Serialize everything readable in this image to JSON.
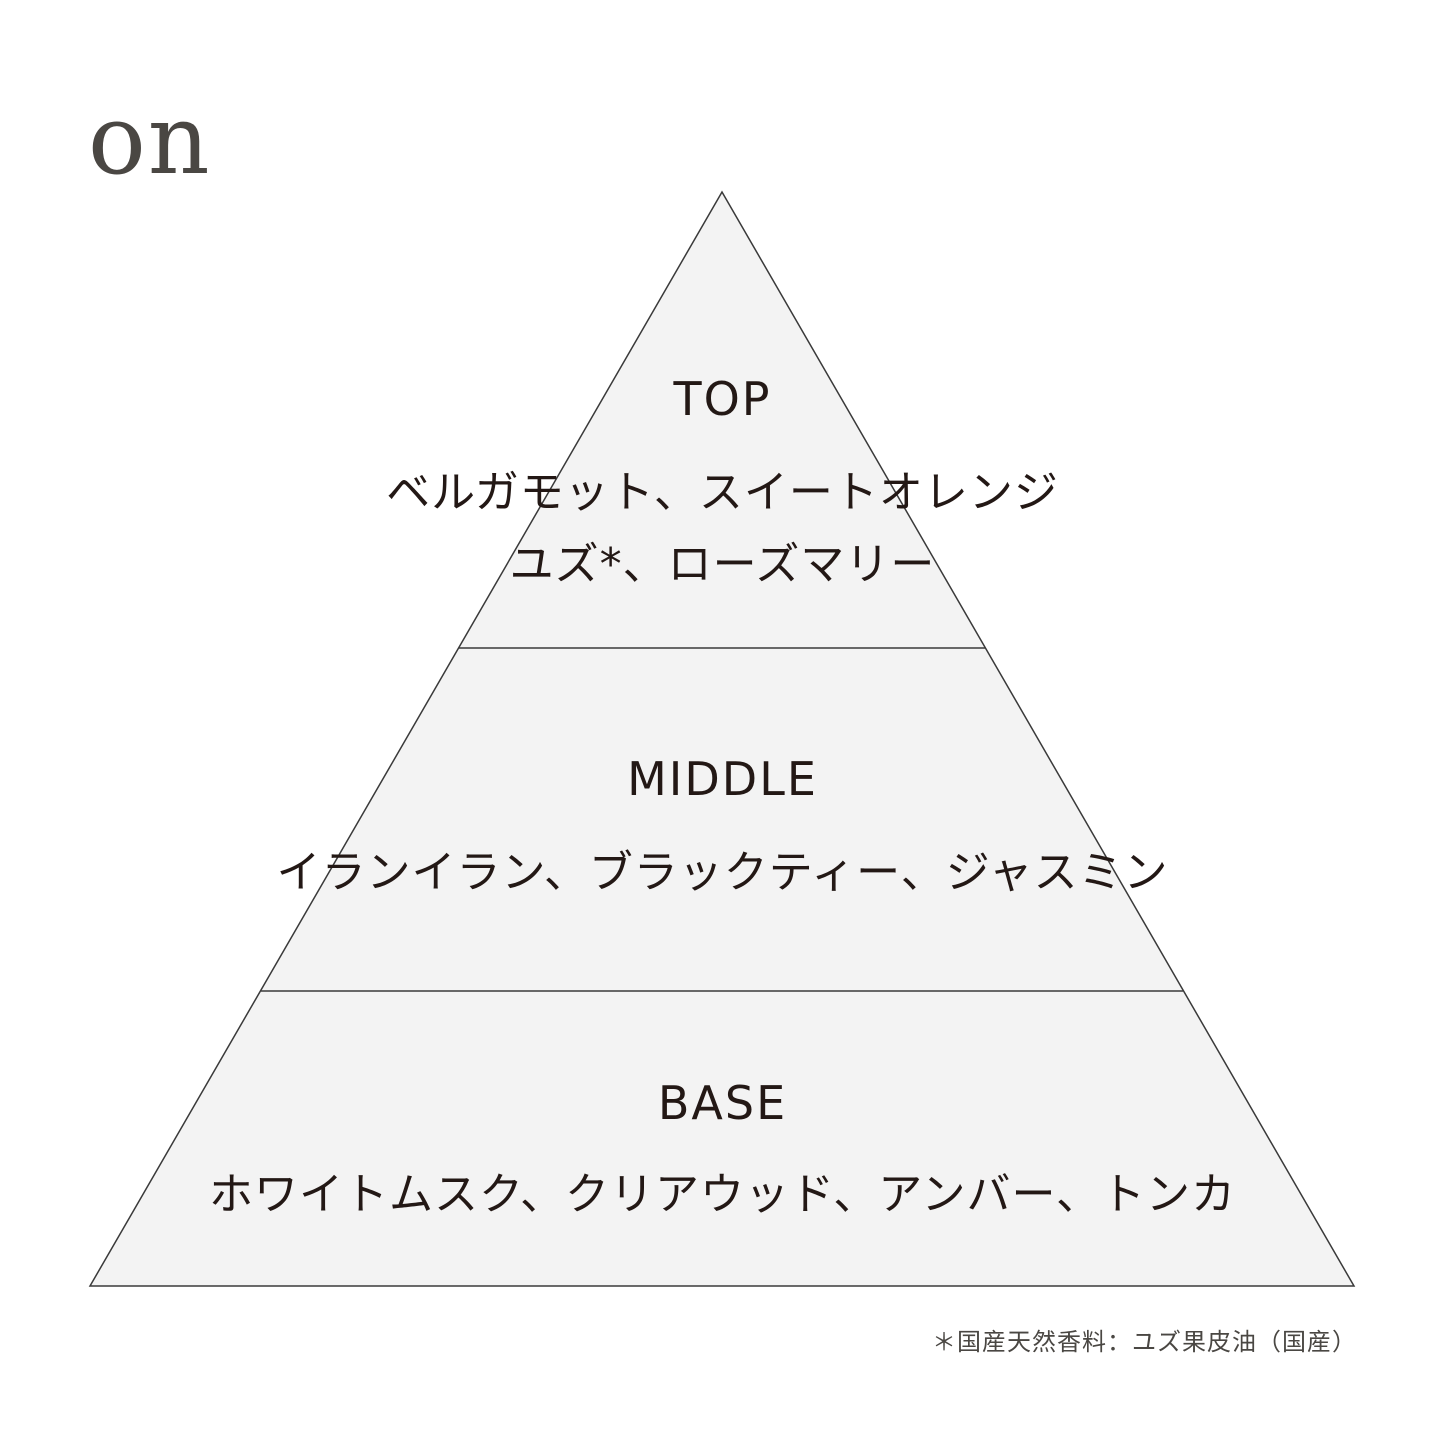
{
  "brand": {
    "name": "on"
  },
  "pyramid": {
    "fill_color": "#f3f3f3",
    "stroke_color": "#3a3a3a",
    "tiers": [
      {
        "title": "TOP",
        "notes": [
          "ベルガモット、スイートオレンジ",
          "ユズ*、ローズマリー"
        ]
      },
      {
        "title": "MIDDLE",
        "notes": [
          "イランイラン、ブラックティー、ジャスミン"
        ]
      },
      {
        "title": "BASE",
        "notes": [
          "ホワイトムスク、クリアウッド、アンバー、トンカ"
        ]
      }
    ]
  },
  "footnote": "＊国産天然香料：ユズ果皮油（国産）"
}
